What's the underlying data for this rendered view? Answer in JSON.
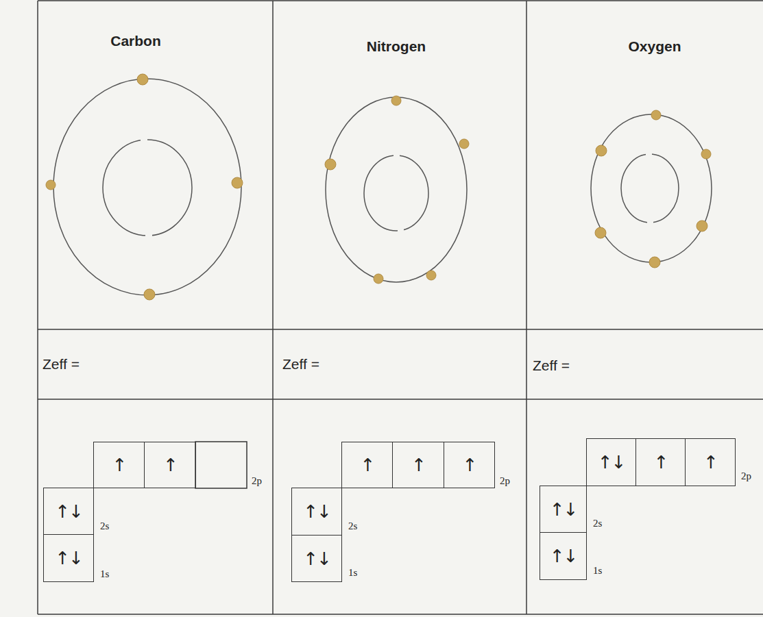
{
  "diagram": {
    "nodes": [
      {
        "text": [
          "↑"
        ]
      },
      {
        "text": [
          "↑"
        ]
      },
      {
        "text": [
          "↑↓"
        ]
      },
      {
        "text": [
          "↑↓"
        ]
      },
      {
        "text": [
          "↑"
        ]
      },
      {
        "text": [
          "↑"
        ]
      },
      {
        "text": [
          "↑"
        ]
      },
      {
        "text": [
          "↑↓"
        ]
      },
      {
        "text": [
          "↑↓"
        ]
      },
      {
        "text": [
          "↑↓"
        ]
      },
      {
        "text": [
          "↑"
        ]
      },
      {
        "text": [
          "↑"
        ]
      },
      {
        "text": [
          "↑↓"
        ]
      },
      {
        "text": [
          "↑↓"
        ]
      }
    ],
    "labels": [
      "Carbon",
      "Nitrogen",
      "Oxygen",
      "Zeff =",
      "Zeff =",
      "Zeff =",
      "2p",
      "2s",
      "1s",
      "2p",
      "2s",
      "1s",
      "2p",
      "2s",
      "1s"
    ]
  }
}
